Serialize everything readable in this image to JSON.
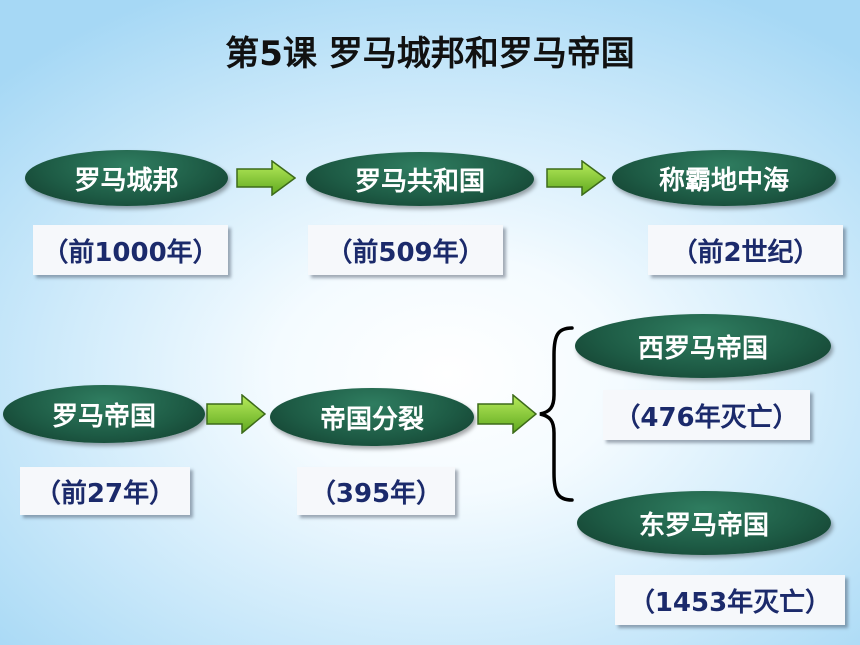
{
  "slide": {
    "title": "第5课 罗马城邦和罗马帝国"
  },
  "flow_top": {
    "stages": [
      {
        "label": "罗马城邦",
        "date": "（前1000年）"
      },
      {
        "label": "罗马共和国",
        "date": "（前509年）"
      },
      {
        "label": "称霸地中海",
        "date": "（前2世纪）"
      }
    ]
  },
  "flow_bottom": {
    "stages": [
      {
        "label": "罗马帝国",
        "date": "（前27年）"
      },
      {
        "label": "帝国分裂",
        "date": "（395年）"
      }
    ],
    "branches": [
      {
        "label": "西罗马帝国",
        "date": "（476年灭亡）"
      },
      {
        "label": "东罗马帝国",
        "date": "（1453年灭亡）"
      }
    ]
  },
  "icons": {
    "connector": "right-arrow-icon",
    "split": "curly-brace-icon"
  },
  "colors": {
    "background": "#a6d8f5",
    "title": "#111111",
    "oval": "#1d5a44",
    "oval_text": "#ffffff",
    "date_text": "#1b2a6b",
    "arrow_light": "#b8ec5c",
    "arrow_dark": "#5fa81f",
    "arrow_outline": "#3d6b1a",
    "brace": "#000000"
  }
}
